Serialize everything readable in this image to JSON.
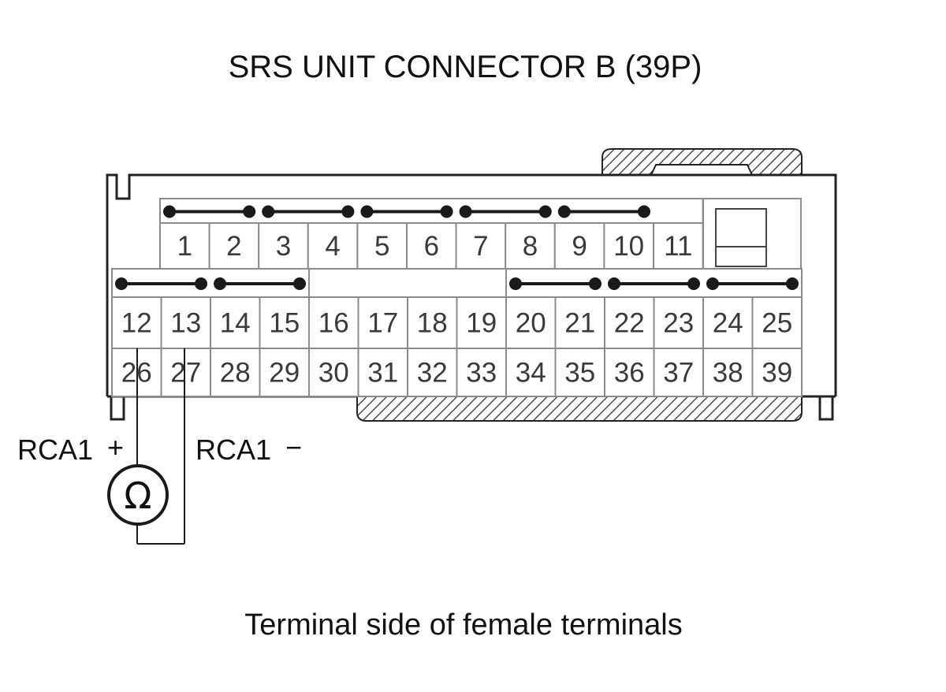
{
  "title": "SRS UNIT CONNECTOR B (39P)",
  "caption": "Terminal side of female terminals",
  "probes": {
    "plus_label": "RCA1",
    "plus_sign": "+",
    "minus_label": "RCA1",
    "minus_sign": "−",
    "meter_symbol": "Ω",
    "meter_icon": "ohmmeter-icon",
    "plus_pin": "26",
    "minus_pin": "27"
  },
  "connector": {
    "pin_count": "39P",
    "rows": {
      "top": [
        "1",
        "2",
        "3",
        "4",
        "5",
        "6",
        "7",
        "8",
        "9",
        "10",
        "11"
      ],
      "middle": [
        "12",
        "13",
        "14",
        "15",
        "16",
        "17",
        "18",
        "19",
        "20",
        "21",
        "22",
        "23",
        "24",
        "25"
      ],
      "bottom": [
        "26",
        "27",
        "28",
        "29",
        "30",
        "31",
        "32",
        "33",
        "34",
        "35",
        "36",
        "37",
        "38",
        "39"
      ]
    },
    "shorting_bars": {
      "top": [
        [
          "1",
          "2"
        ],
        [
          "3",
          "4"
        ],
        [
          "5",
          "6"
        ],
        [
          "7",
          "8"
        ],
        [
          "9",
          "10"
        ]
      ],
      "middle": [
        [
          "12",
          "13"
        ],
        [
          "14",
          "15"
        ],
        [
          "20",
          "21"
        ],
        [
          "22",
          "23"
        ],
        [
          "24",
          "25"
        ]
      ]
    }
  },
  "colors": {
    "line": "#1a1a1a",
    "cell_border": "#8c8c8c",
    "pin_text": "#3a3a3a",
    "hatch": "#555555"
  }
}
